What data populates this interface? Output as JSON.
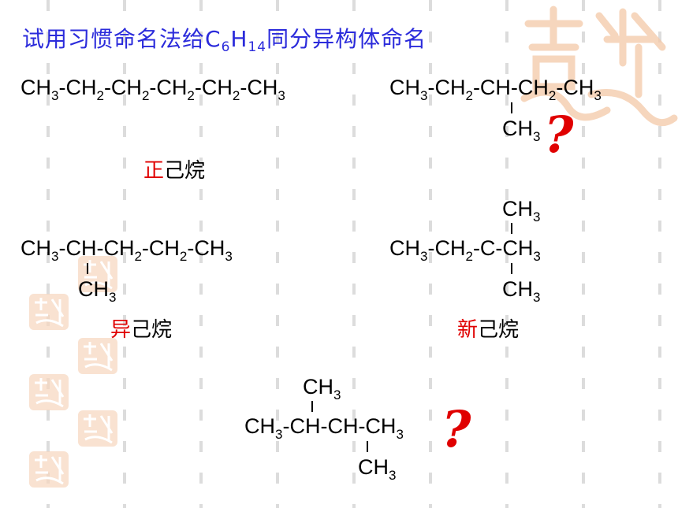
{
  "title": {
    "prefix": "试用习惯命名法给",
    "c": "C",
    "c_sub": "6",
    "h": "H",
    "h_sub": "14",
    "suffix": "同分异构体命名"
  },
  "structures": {
    "s1": {
      "main": [
        "CH",
        "3",
        "-CH",
        "2",
        "-CH",
        "2",
        "-CH",
        "2",
        "-CH",
        "2",
        "-CH",
        "3"
      ],
      "name_prefix": "正",
      "name_suffix": "己烷"
    },
    "s2": {
      "main": [
        "CH",
        "3",
        "-CH",
        "2",
        "-CH-CH",
        "2",
        "-CH",
        "3"
      ],
      "branch_bottom": [
        "CH",
        "3"
      ],
      "mark": "?"
    },
    "s3": {
      "main": [
        "CH",
        "3",
        "-CH-CH",
        "2",
        "-CH",
        "2",
        "-CH",
        "3"
      ],
      "branch_bottom": [
        "CH",
        "3"
      ],
      "name_prefix": "异",
      "name_suffix": "己烷"
    },
    "s4": {
      "branch_top": [
        "CH",
        "3"
      ],
      "main": [
        "CH",
        "3",
        "-CH",
        "2",
        "-C-CH",
        "3"
      ],
      "branch_bottom": [
        "CH",
        "3"
      ],
      "name_prefix": "新",
      "name_suffix": "己烷"
    },
    "s5": {
      "branch_top": [
        "CH",
        "3"
      ],
      "main": [
        "CH",
        "3",
        "-CH-CH-CH",
        "3"
      ],
      "branch_bottom": [
        "CH",
        "3"
      ],
      "mark": "?"
    }
  },
  "colors": {
    "title": "#2b2bdb",
    "name_prefix": "#e00000",
    "question_mark": "#e00000",
    "stamp": "#f4c9a8"
  }
}
